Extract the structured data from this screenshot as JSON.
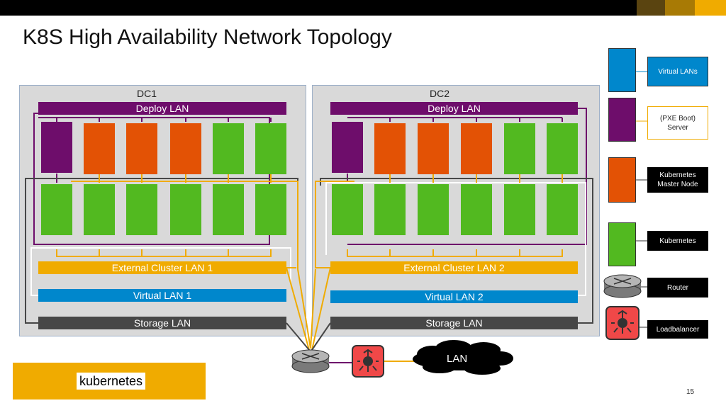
{
  "title": "K8S High Availability Network Topology",
  "colors": {
    "purple": "#6e0d6b",
    "orange": "#e35205",
    "green": "#52b920",
    "gold": "#f0ab00",
    "blue": "#0087cc",
    "dark": "#474747",
    "dc_bg": "#d9d9d9"
  },
  "dc1": {
    "label": "DC1",
    "deploy_lan": "Deploy LAN",
    "external_lan": "External Cluster LAN 1",
    "virtual_lan": "Virtual LAN 1",
    "storage_lan": "Storage LAN"
  },
  "dc2": {
    "label": "DC2",
    "deploy_lan": "Deploy LAN",
    "external_lan": "External Cluster LAN 2",
    "virtual_lan": "Virtual LAN 2",
    "storage_lan": "Storage LAN"
  },
  "legend": {
    "virtual_lans": "Virtual LANs",
    "pxe_line1": "(PXE Boot)",
    "pxe_line2": "Server",
    "k8s_master_line1": "Kubernetes",
    "k8s_master_line2": "Master Node",
    "kubernetes": "Kubernetes",
    "router": "Router",
    "loadbalancer": "Loadbalancer"
  },
  "cloud_label": "LAN",
  "logo_text": "kubernetes",
  "page_number": "15"
}
